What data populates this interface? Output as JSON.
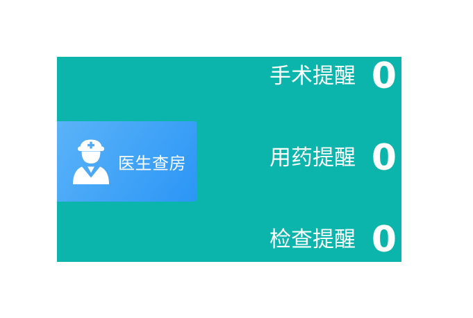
{
  "colors": {
    "panel_teal": "#0cb5ac",
    "card_gradient_start": "#5bb3f8",
    "card_gradient_end": "#2b96f6",
    "text_white": "#ffffff",
    "page_background": "#ffffff"
  },
  "card": {
    "label": "医生查房",
    "icon": "doctor-icon"
  },
  "reminders": [
    {
      "label": "手术提醒",
      "count": "0"
    },
    {
      "label": "用药提醒",
      "count": "0"
    },
    {
      "label": "检查提醒",
      "count": "0"
    }
  ]
}
